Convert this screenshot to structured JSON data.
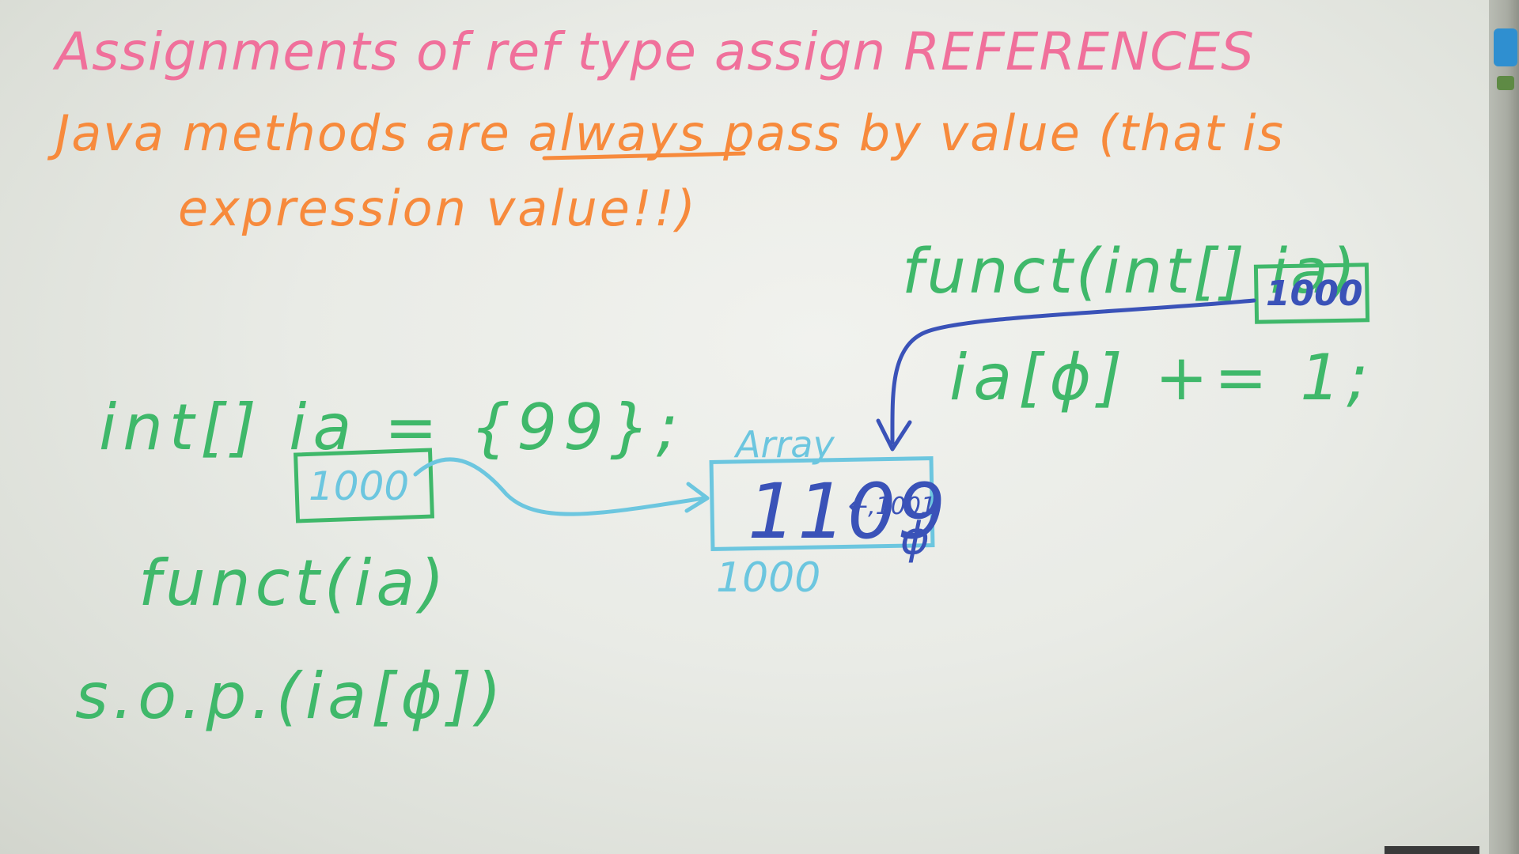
{
  "board": {
    "title_line": "Assignments of ref type assign REFERENCES",
    "java_line1": "Java methods are always pass by value (that is",
    "java_line2": "expression value!!)",
    "funct_signature": "funct(int[] ia)",
    "param_box_value": "1000",
    "increment_stmt": "ia[ϕ] += 1;",
    "decl_stmt": "int[] ia = {99};",
    "var_box_value": "1000",
    "call_stmt": "funct(ia)",
    "print_stmt": "s.o.p.(ia[ϕ])",
    "array_label": "Array",
    "array_value": "1109",
    "array_index_note": "←,1001",
    "array_index": "ϕ",
    "array_address": "1000"
  },
  "colors": {
    "pink": "#f0709b",
    "orange": "#f78a3c",
    "green": "#3fb86a",
    "light_blue": "#6cc6df",
    "dark_blue": "#3a52b8"
  }
}
